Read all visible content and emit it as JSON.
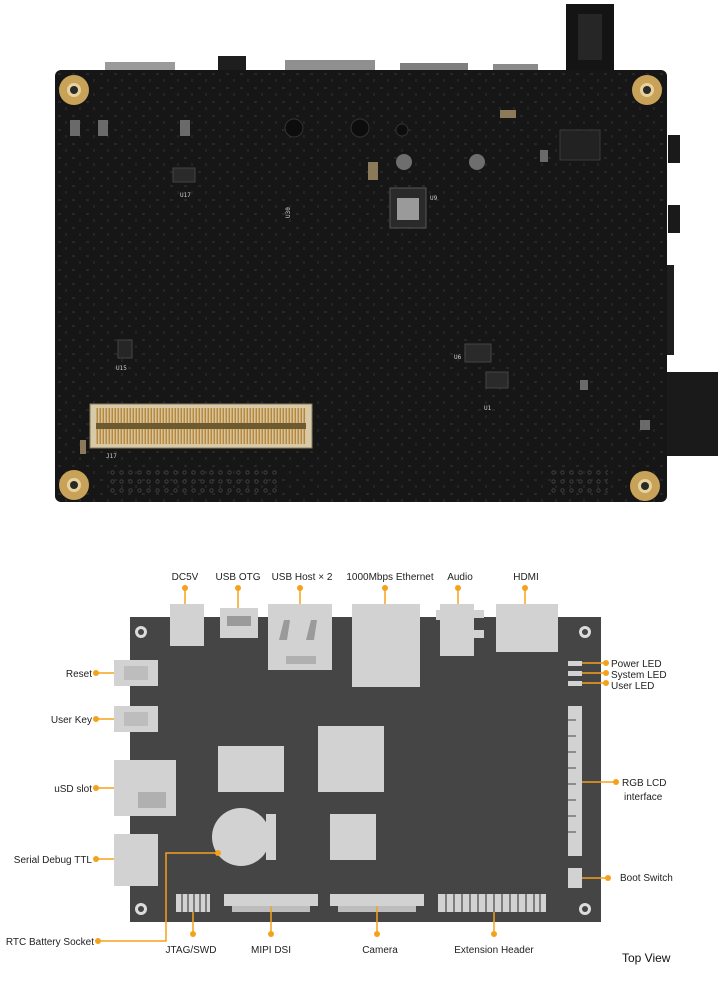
{
  "silkscreen": {
    "u17": "U17",
    "u30": "U30",
    "u9": "U9",
    "u15": "U15",
    "u6": "U6",
    "u1": "U1",
    "j17": "J17"
  },
  "labels": {
    "dc5v": "DC5V",
    "usb_otg": "USB OTG",
    "usb_host": "USB  Host  ×  2",
    "ethernet": "1000Mbps Ethernet",
    "audio": "Audio",
    "hdmi": "HDMI",
    "reset": "Reset",
    "user_key": "User  Key",
    "usd_slot": "uSD  slot",
    "serial_debug": "Serial Debug  TTL",
    "rtc_battery": "RTC Battery Socket",
    "jtag": "JTAG/SWD",
    "mipi_dsi": "MIPI  DSI",
    "camera": "Camera",
    "extension_header": "Extension Header",
    "power_led": "Power LED",
    "system_led": "System LED",
    "user_led": "User LED",
    "rgb_lcd_1": "RGB  LCD",
    "rgb_lcd_2": "interface",
    "boot_switch": "Boot  Switch"
  },
  "view_title": "Top View",
  "colors": {
    "accent": "#f5a21b",
    "board_photo": "#161616",
    "board_diagram": "#454545",
    "component": "#d2d2d2",
    "gold": "#c9a25a"
  }
}
